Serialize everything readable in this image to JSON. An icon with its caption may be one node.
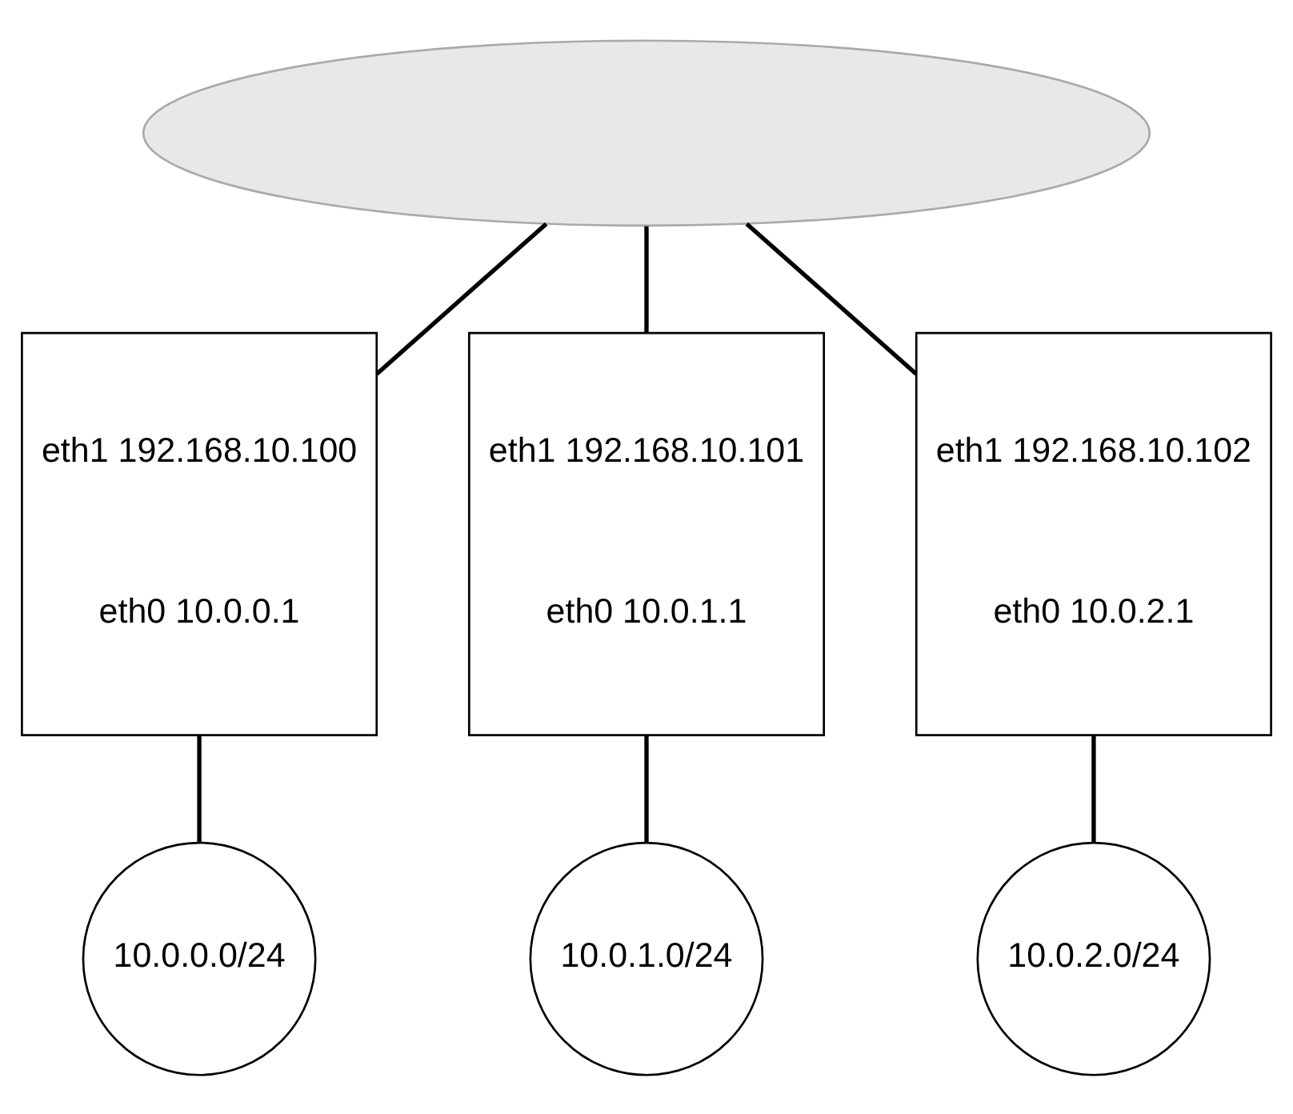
{
  "diagram": {
    "nodes": [
      {
        "text": [],
        "shape": "cloud"
      },
      {
        "text": [
          "eth1 192.168.10.100",
          "eth0 10.0.0.1"
        ]
      },
      {
        "text": [
          "eth1 192.168.10.101",
          "eth0 10.0.1.1"
        ]
      },
      {
        "text": [
          "eth1 192.168.10.102",
          "eth0 10.0.2.1"
        ]
      },
      {
        "text": [
          "10.0.0.0/24"
        ]
      },
      {
        "text": [
          "10.0.1.0/24"
        ]
      },
      {
        "text": [
          "10.0.2.0/24"
        ]
      }
    ],
    "edges": [
      {
        "from": 0,
        "to": 1,
        "arrow": "none"
      },
      {
        "from": 0,
        "to": 2,
        "arrow": "none"
      },
      {
        "from": 0,
        "to": 3,
        "arrow": "none"
      },
      {
        "from": 1,
        "to": 4,
        "arrow": "none"
      },
      {
        "from": 2,
        "to": 5,
        "arrow": "none"
      },
      {
        "from": 3,
        "to": 6,
        "arrow": "none"
      }
    ]
  }
}
